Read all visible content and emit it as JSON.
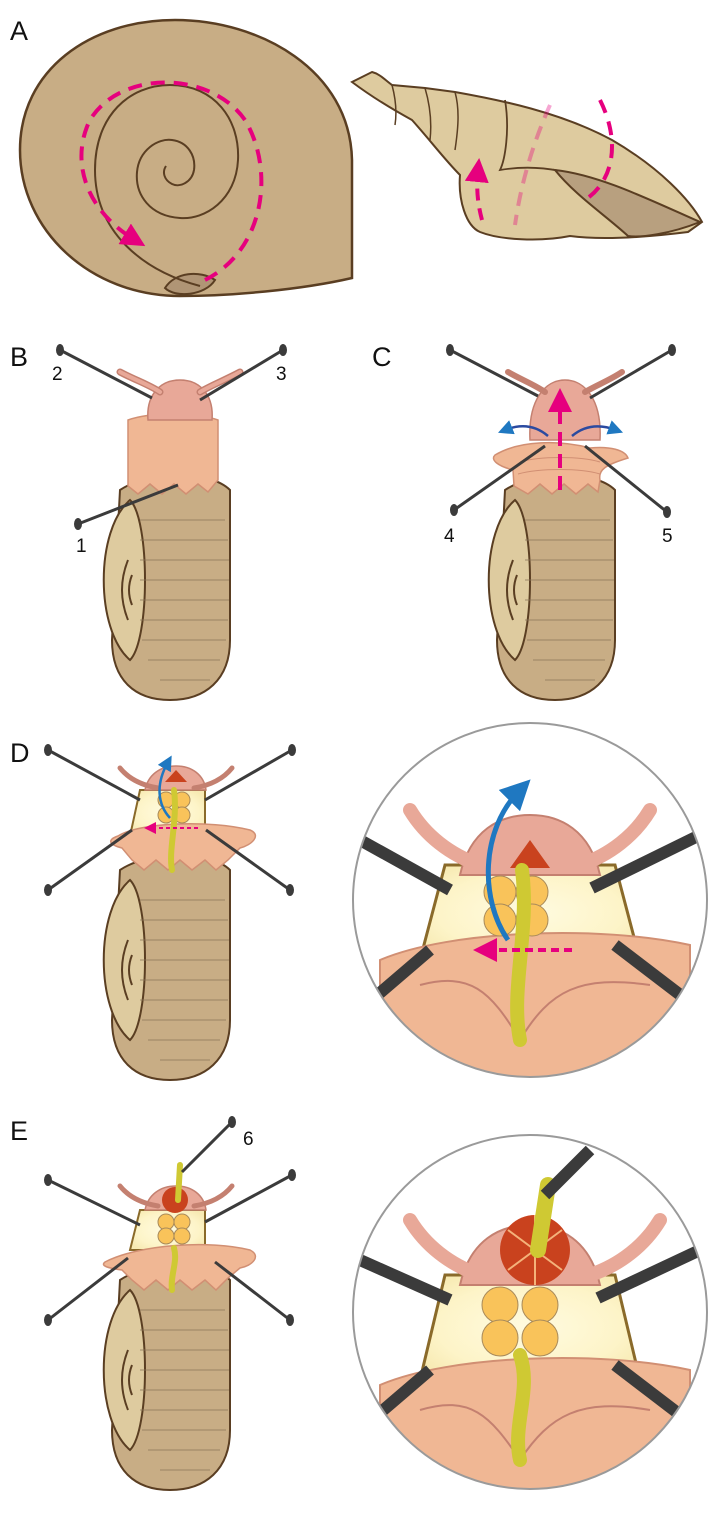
{
  "panels": {
    "a": "A",
    "b": "B",
    "c": "C",
    "d": "D",
    "e": "E"
  },
  "pins": {
    "p1": "1",
    "p2": "2",
    "p3": "3",
    "p4": "4",
    "p5": "5",
    "p6": "6"
  },
  "colors": {
    "shell": "#c8ad85",
    "shell_light": "#decb9f",
    "outline": "#5a3e22",
    "body_skin": "#f0b794",
    "head": "#e8a898",
    "pin": "#3b3b3b",
    "magenta_arrow": "#e6007e",
    "blue_arrow": "#1f78c1",
    "nerve": "#cfc933",
    "ganglia": "#f9c35a",
    "buccal_mass": "#c9421e",
    "lens_border": "#9a9a9a"
  }
}
